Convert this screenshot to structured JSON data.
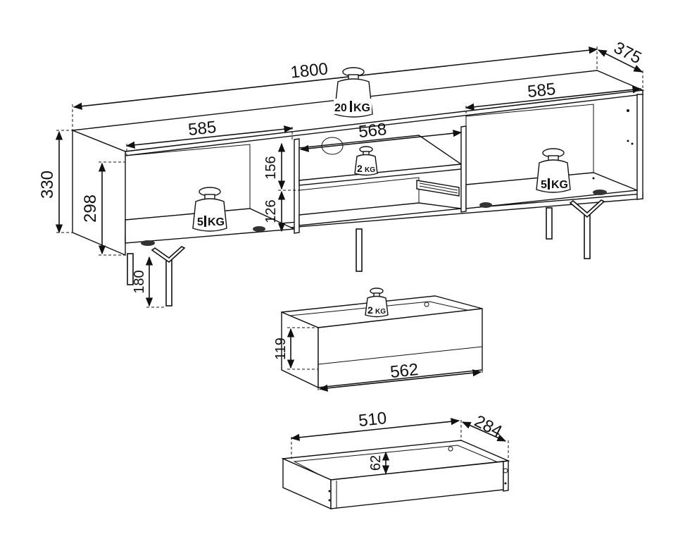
{
  "dimensions": {
    "total_width": "1800",
    "depth": "375",
    "height": "330",
    "left_compartment_width": "585",
    "right_compartment_width": "585",
    "middle_compartment_width": "568",
    "inner_height": "298",
    "upper_shelf_height": "156",
    "lower_shelf_height": "126",
    "leg_height": "180",
    "drawer_front_height": "119",
    "drawer_front_width": "562",
    "drawer_box_width": "510",
    "drawer_box_depth": "284",
    "drawer_box_height": "62"
  },
  "load_labels": {
    "top": "20",
    "left_bottom": "5",
    "right_bottom": "5",
    "middle_shelf": "2",
    "drawer": "2",
    "unit": "KG"
  },
  "colors": {
    "line": "#111111",
    "background": "#ffffff"
  }
}
